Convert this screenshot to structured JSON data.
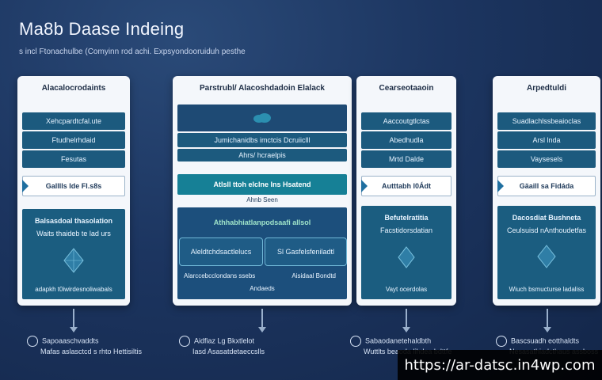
{
  "title": "Ma8b Daase Indeing",
  "subtitle": "s incl Ftonachulbe (Comyinn rod achi.  Expsyondooruiduh pesthe",
  "panels": [
    {
      "header": "Alacalocrodaints",
      "bars": [
        "Xehcpardtcfal.ute",
        "Ftudhelrhdaid",
        "Fesutas"
      ],
      "highlight": "Galllls Ide Fl.s8s",
      "lower": {
        "line1": "Balsasdoal  thasolation",
        "line2": "Waits thaideb te lad urs",
        "line3": "adapkh  t0iwirdesnoliwabals"
      },
      "caption": {
        "line1": "Sapoaaschvaddts",
        "line2": "Mafas aslasctcd  s rhto Hettisiltis"
      }
    },
    {
      "header": "Parstrubl/ Alacoshdadoin Elalack",
      "bars": [
        "",
        "Jumichanidbs imctcis Dcruiiclll",
        "Ahrs/ hcraelpis"
      ],
      "highlight": "Atlsll ttoh elclne  Ins  Hsatend",
      "highlight_sub": "Ahnb Seen",
      "lower": {
        "line1": "Athhabhiatlanpodsaafi allsol"
      },
      "sub_left": "Aleldtchdsactlelucs",
      "sub_right": "Sl  Gasfelsfeniladtl",
      "row": {
        "left": "Alarccebcclondans  ssebs",
        "right": "Aisidaal Bondtd",
        "bottom": "Andaeds"
      },
      "caption": {
        "line1": "Aidfiaz Lg Bkxtlelot",
        "line2": "Iasd  Asasatdetaeccslls"
      }
    },
    {
      "header": "Cearseotaaoin",
      "bars": [
        "Aaccoutgtlctas",
        "Abedhudla",
        "Mrtd Dalde"
      ],
      "highlight": "Autttabh  l0Ádt",
      "lower": {
        "line1": "Befutelratitia",
        "line2": "Facstidorsdatian",
        "line3": "Vayt  ocerdolas"
      },
      "caption": {
        "line1": "Sabaodanetehaldbth",
        "line2": "Wuttlts beaoda lihdea  bdttfe"
      }
    },
    {
      "header": "Arpedtuldi",
      "bars": [
        "Suadlachlssbeaioclas",
        "Arsl lnda",
        "Vaysesels"
      ],
      "highlight": "Gäaill sa Fidáda",
      "lower": {
        "line1": "Dacosdiat  Bushneta",
        "line2": "Ceulsuisd  nAnthoudetfas",
        "line3": "Wiuch  bsmucturse  ladaliss"
      },
      "caption": {
        "line1": "Bascsuadh eotthaldts",
        "line2": "Nesasathiadcthaus assboss"
      }
    }
  ],
  "watermark": "https://ar-datsc.in4wp.com"
}
